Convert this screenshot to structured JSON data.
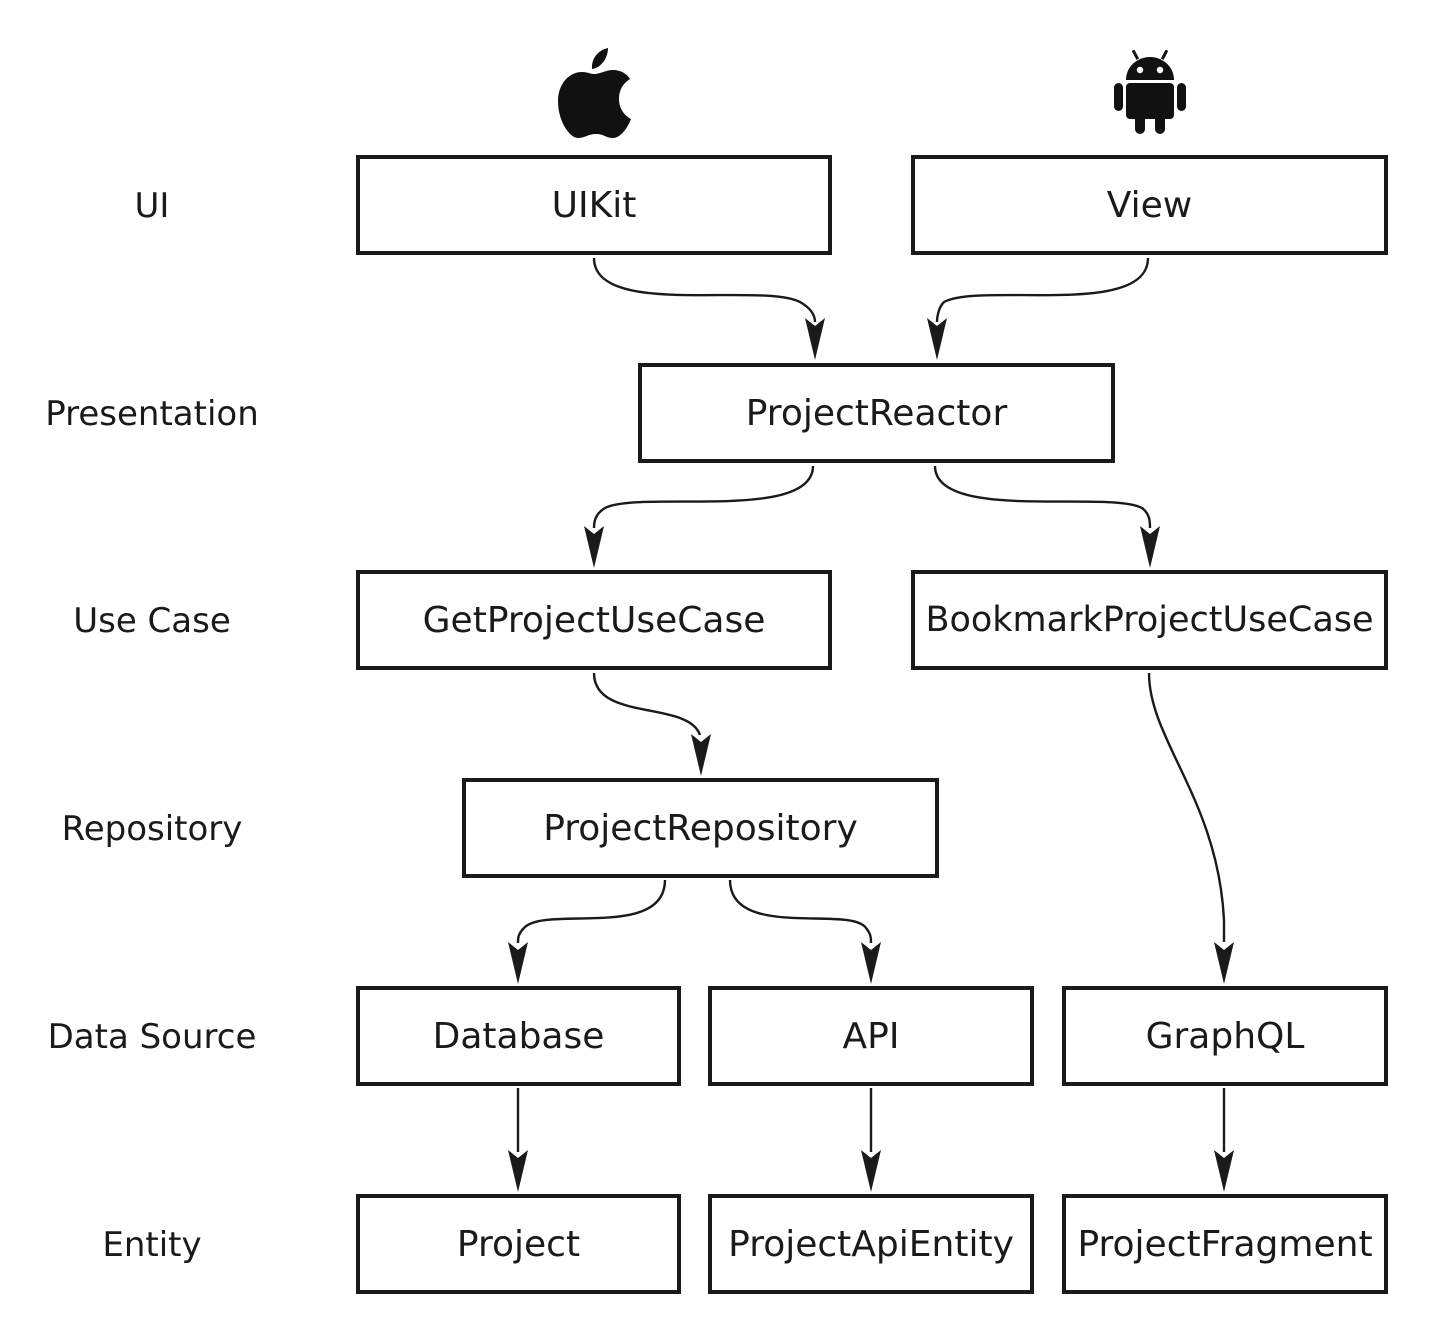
{
  "layers": {
    "ui": "UI",
    "presentation": "Presentation",
    "use_case": "Use Case",
    "repository": "Repository",
    "data_source": "Data Source",
    "entity": "Entity"
  },
  "platforms": {
    "ios_icon": "apple-logo-icon",
    "android_icon": "android-robot-icon"
  },
  "nodes": {
    "uikit": "UIKit",
    "view": "View",
    "project_reactor": "ProjectReactor",
    "get_project_use_case": "GetProjectUseCase",
    "bookmark_project_use_case": "BookmarkProjectUseCase",
    "project_repository": "ProjectRepository",
    "database": "Database",
    "api": "API",
    "graphql": "GraphQL",
    "project": "Project",
    "project_api_entity": "ProjectApiEntity",
    "project_fragment": "ProjectFragment"
  },
  "edges": [
    {
      "from": "uikit",
      "to": "project_reactor"
    },
    {
      "from": "view",
      "to": "project_reactor"
    },
    {
      "from": "project_reactor",
      "to": "get_project_use_case"
    },
    {
      "from": "project_reactor",
      "to": "bookmark_project_use_case"
    },
    {
      "from": "get_project_use_case",
      "to": "project_repository"
    },
    {
      "from": "bookmark_project_use_case",
      "to": "graphql"
    },
    {
      "from": "project_repository",
      "to": "database"
    },
    {
      "from": "project_repository",
      "to": "api"
    },
    {
      "from": "database",
      "to": "project"
    },
    {
      "from": "api",
      "to": "project_api_entity"
    },
    {
      "from": "graphql",
      "to": "project_fragment"
    }
  ],
  "colors": {
    "stroke": "#1a1a1a",
    "background": "#ffffff"
  }
}
